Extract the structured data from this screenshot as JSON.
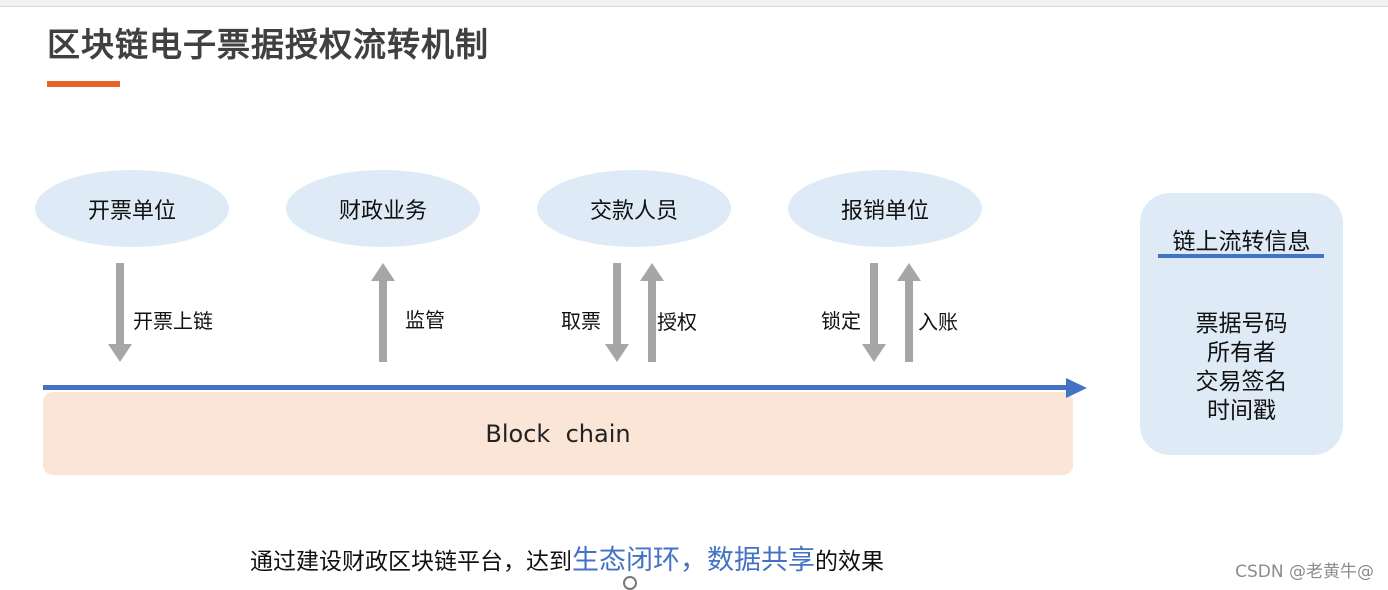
{
  "title": "区块链电子票据授权流转机制",
  "actors": [
    "开票单位",
    "财政业务",
    "交款人员",
    "报销单位"
  ],
  "arrow_labels": {
    "issue_upload": "开票上链",
    "supervise": "监管",
    "collect": "取票",
    "authorize": "授权",
    "lock": "锁定",
    "book": "入账"
  },
  "blockchain_label": "Block  chain",
  "info_panel": {
    "title": "链上流转信息",
    "items": [
      "票据号码",
      "所有者",
      "交易签名",
      "时间戳"
    ]
  },
  "footer": {
    "prefix": "通过建设财政区块链平台，达到",
    "highlight": "生态闭环，数据共享",
    "suffix": "的效果"
  },
  "watermark": "CSDN @老黄牛@",
  "colors": {
    "accent_orange": "#e8622a",
    "accent_blue": "#4472c4",
    "actor_fill": "#deebf7",
    "chain_fill": "#fbe5d6",
    "arrow_gray": "#a6a6a6"
  }
}
